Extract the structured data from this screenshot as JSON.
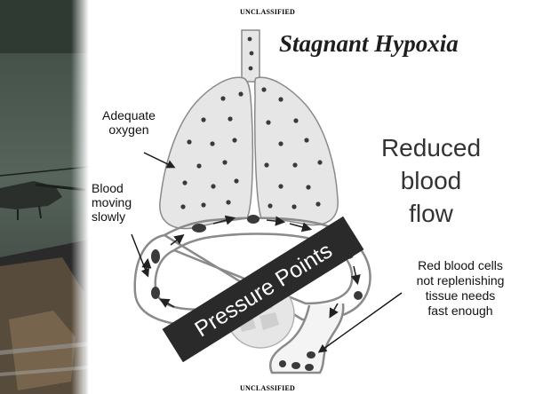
{
  "header": {
    "classification": "UNCLASSIFIED"
  },
  "footer": {
    "classification": "UNCLASSIFIED"
  },
  "slide": {
    "title": "Stagnant Hypoxia",
    "labels": {
      "adequate_oxygen": [
        "Adequate",
        "oxygen"
      ],
      "blood_moving_slowly": [
        "Blood",
        "moving",
        "slowly"
      ],
      "reduced_blood_flow": [
        "Reduced",
        "blood",
        "flow"
      ],
      "red_blood_cells": [
        "Red blood cells",
        "not replenishing",
        "tissue needs",
        "fast enough"
      ]
    },
    "banner": "Pressure Points"
  },
  "colors": {
    "left_strip": "#2e3b34",
    "lungs_fill": "#e6e6e6",
    "outline": "#8a8a8a",
    "dots": "#3a3a3a",
    "banner_bg": "#2a2a2a",
    "banner_text": "#ffffff"
  },
  "icons": [
    "helicopter-photo",
    "lungs-illustration",
    "blood-vessel-loop",
    "tissue-illustration"
  ]
}
